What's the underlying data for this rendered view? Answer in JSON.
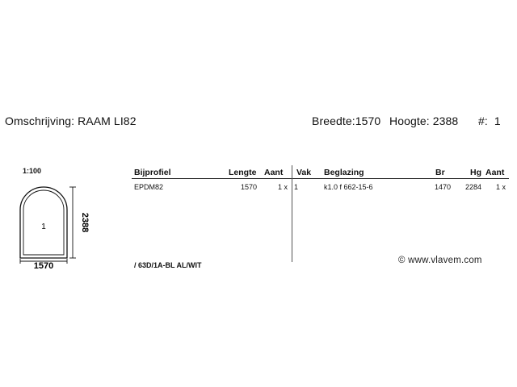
{
  "header": {
    "omschrijving_label": "Omschrijving:",
    "omschrijving_value": "RAAM LI82",
    "breedte_label": "Breedte:",
    "breedte_value": "1570",
    "hoogte_label": "Hoogte:",
    "hoogte_value": "2388",
    "number_label": "#:",
    "number_value": "1"
  },
  "drawing": {
    "scale": "1:100",
    "width_label": "1570",
    "height_label": "2388",
    "panel_label": "1"
  },
  "table": {
    "headers": {
      "bijprofiel": "Bijprofiel",
      "lengte": "Lengte",
      "aant": "Aant",
      "vak": "Vak",
      "beglazing": "Beglazing",
      "br": "Br",
      "hg": "Hg",
      "aant2": "Aant"
    },
    "rows": [
      {
        "bijprofiel": "EPDM82",
        "lengte": "1570",
        "aant": "1 x",
        "vak": "1",
        "beglazing": "k1.0 f 662-15-6",
        "br": "1470",
        "hg": "2284",
        "aant2": "1 x"
      }
    ]
  },
  "profile_text": "/ 63D/1A-BL AL/WIT",
  "watermark": "© www.vlavem.com"
}
